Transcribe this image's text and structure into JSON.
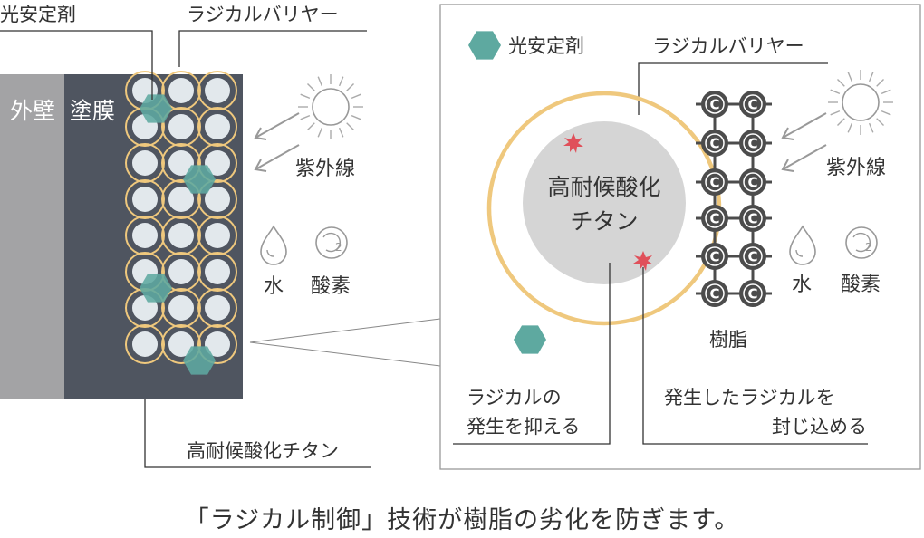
{
  "left": {
    "wall_label": "外壁",
    "coating_label": "塗膜",
    "light_stabilizer_label": "光安定剤",
    "radical_barrier_label": "ラジカルバリヤー",
    "titanium_label": "高耐候酸化チタン",
    "uv_label": "紫外線",
    "water_label": "水",
    "oxygen_label": "酸素",
    "oxygen_symbol": "2"
  },
  "detail": {
    "light_stabilizer_legend": "光安定剤",
    "radical_barrier_label": "ラジカルバリヤー",
    "titanium_line1": "高耐候酸化",
    "titanium_line2": "チタン",
    "resin_label": "樹脂",
    "carbon_symbol": "C",
    "uv_label": "紫外線",
    "water_label": "水",
    "oxygen_label": "酸素",
    "oxygen_symbol": "2",
    "suppress_line1": "ラジカルの",
    "suppress_line2": "発生を抑える",
    "contain_line1": "発生したラジカルを",
    "contain_line2": "封じ込める"
  },
  "caption": "「ラジカル制御」技術が樹脂の劣化を防ぎます。",
  "colors": {
    "wall": "#a3a3a5",
    "coating": "#4f5560",
    "particle": "#e2e8ec",
    "barrier": "#efc87d",
    "stabilizer": "#5ea9a0",
    "resin": "#4c4c4c",
    "radical": "#e0505a",
    "titanium": "#d5d5d5",
    "line": "#333333",
    "icon": "#999999"
  }
}
